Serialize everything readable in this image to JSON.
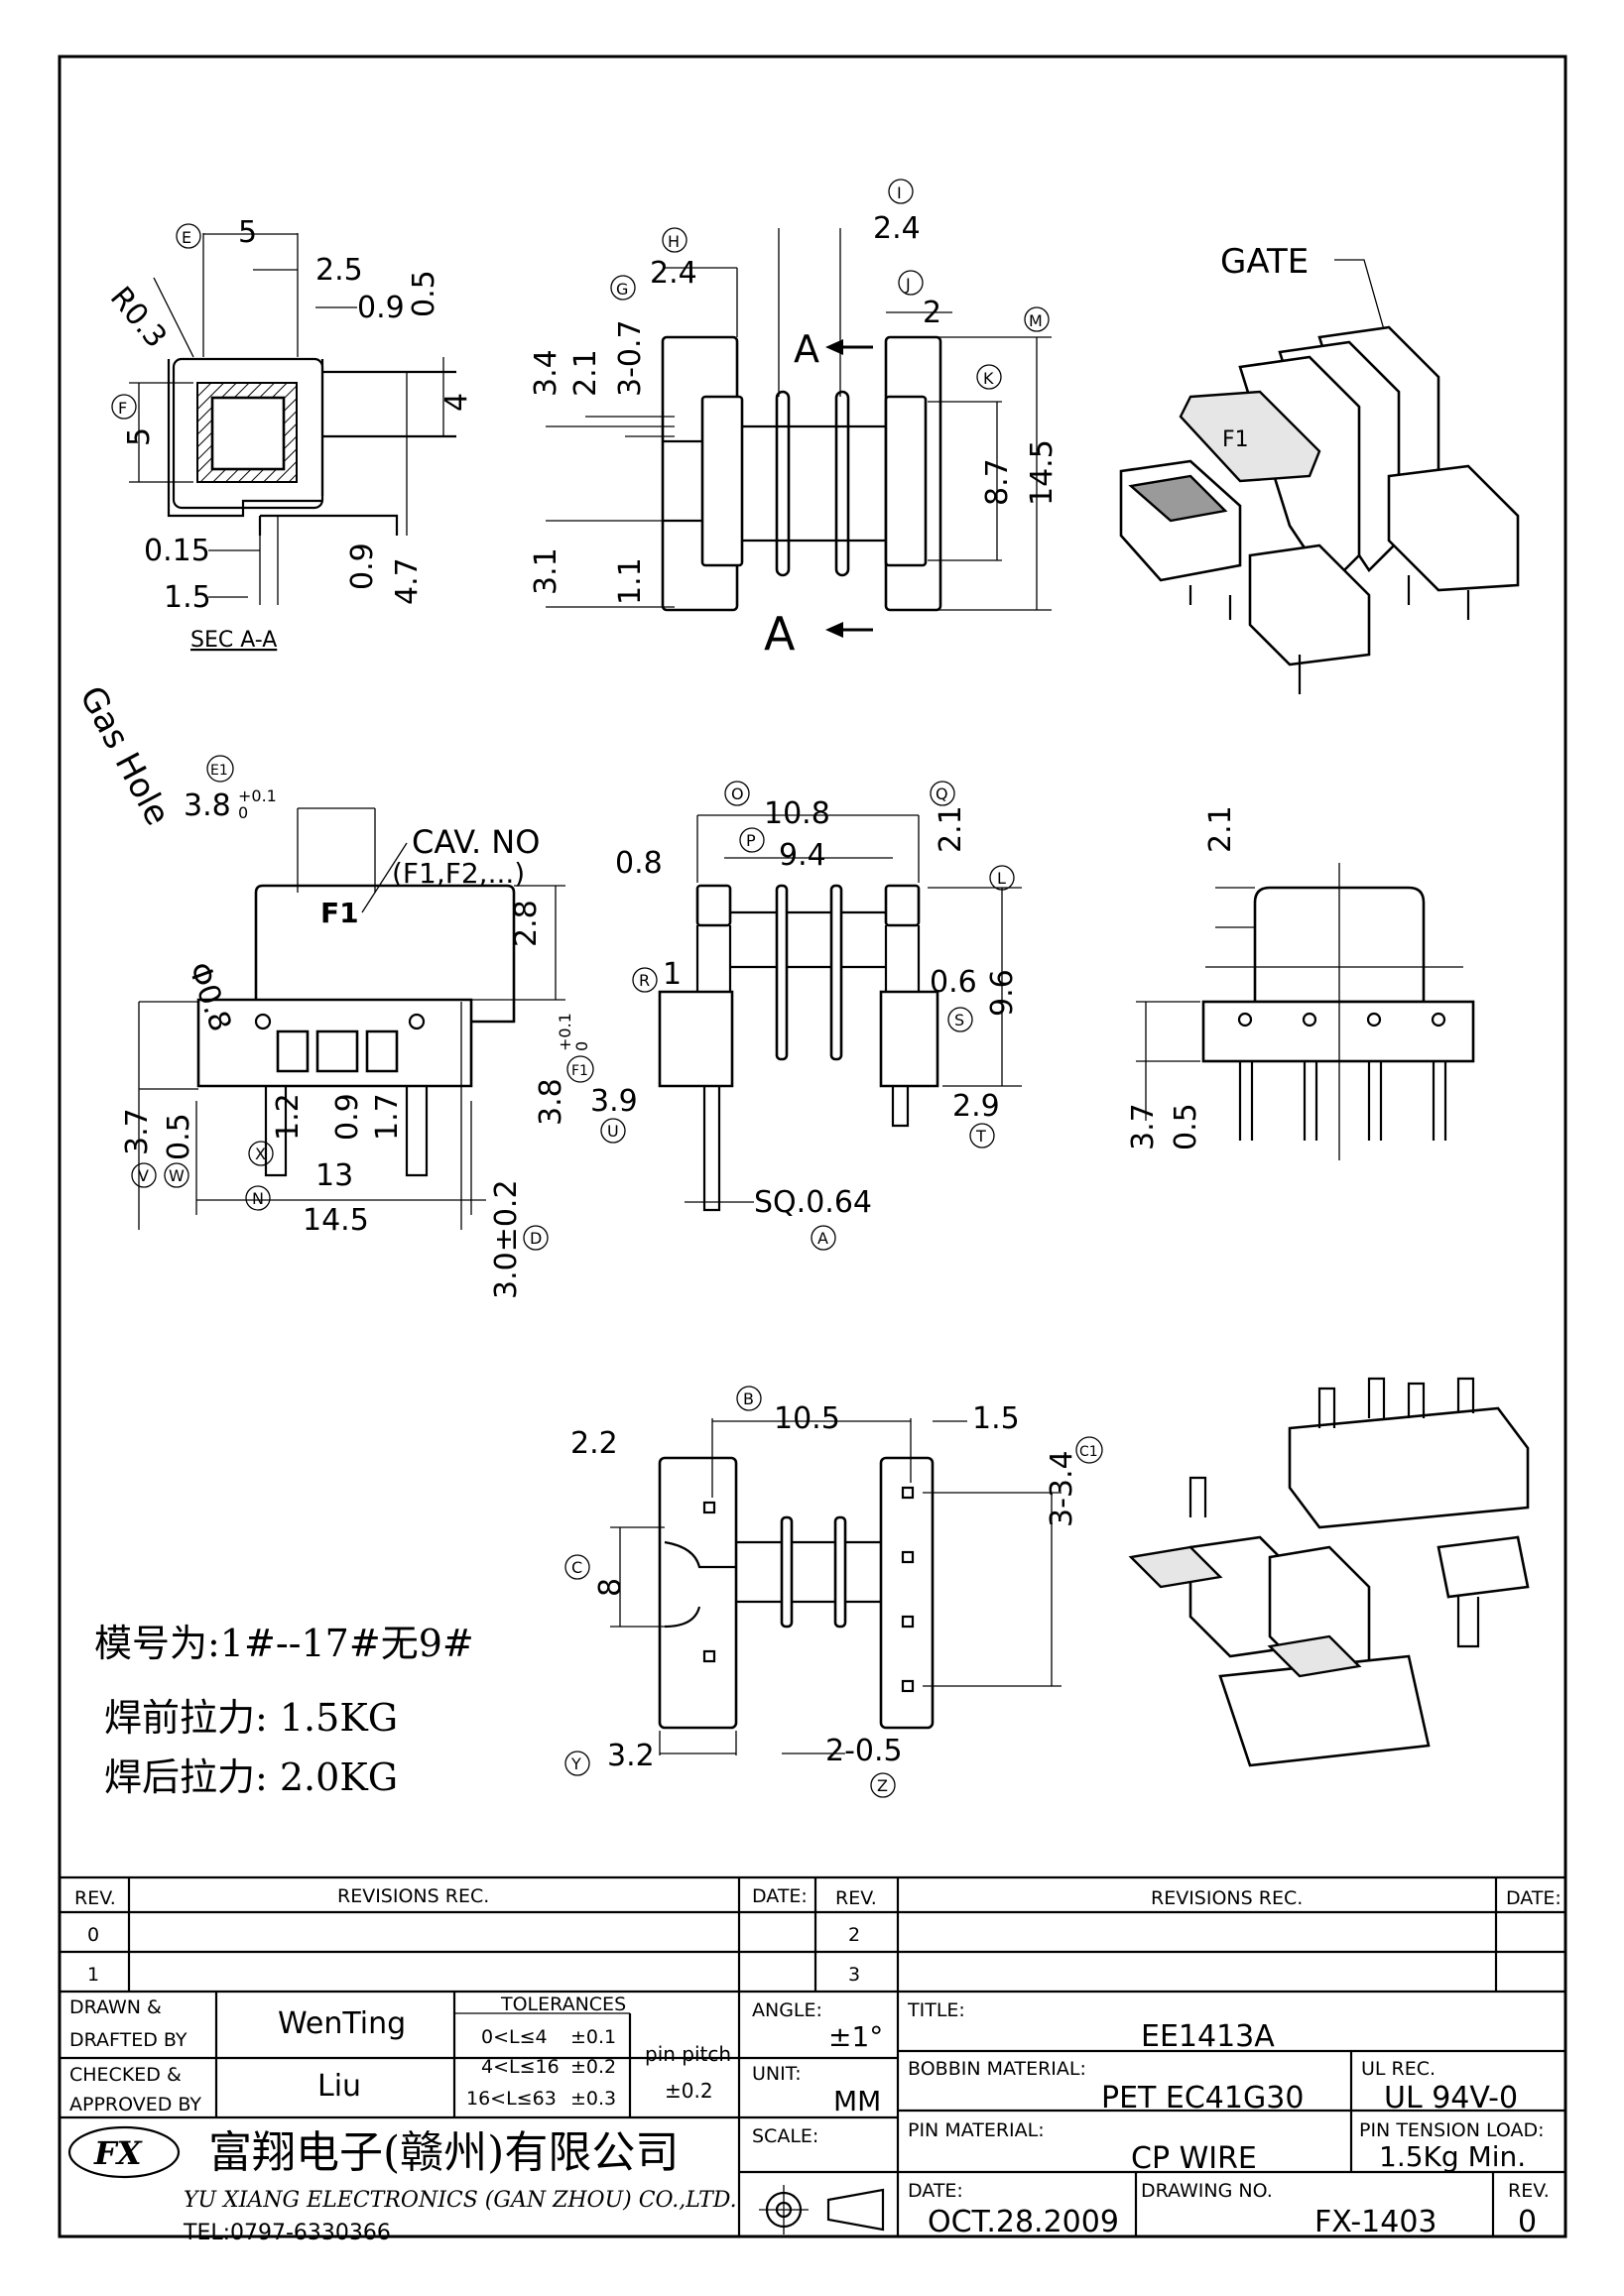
{
  "notes": {
    "mold_note": "模号为:1#--17#无9#",
    "pull_before": "焊前拉力: 1.5KG",
    "pull_after": "焊后拉力: 2.0KG"
  },
  "views": {
    "sec_label": "SEC A-A",
    "gate_label": "GATE",
    "gas_hole_label": "Gas Hole",
    "cav_label": "CAV. NO",
    "cav_sub": "(F1,F2,...)",
    "cav_mark": "F1",
    "section_marker": "A"
  },
  "dims": {
    "sec": [
      "5",
      "2.5",
      "0.5",
      "0.9",
      "R0.3",
      "4",
      "5",
      "0.15",
      "1.5",
      "0.9",
      "4.7"
    ],
    "front": [
      "2.4",
      "2.4",
      "2",
      "3.4",
      "2.1",
      "3-0.7",
      "8.7",
      "14.5",
      "3.1",
      "1.1"
    ],
    "mid_left": [
      "3.8",
      "+0.1",
      "0",
      "2.8",
      "3.8",
      "+0.1",
      "0",
      "Φ0.8",
      "3.7",
      "0.5",
      "1.2",
      "0.9",
      "1.7",
      "13",
      "14.5",
      "3.0±0.2"
    ],
    "mid_center": [
      "10.8",
      "2.1",
      "0.8",
      "9.4",
      "1",
      "0.6",
      "9.6",
      "3.9",
      "2.9",
      "SQ.0.64"
    ],
    "mid_right": [
      "2.1",
      "3.7",
      "0.5"
    ],
    "bottom": [
      "10.5",
      "1.5",
      "2.2",
      "3-3.4",
      "8",
      "3.2",
      "2-0.5"
    ]
  },
  "circle_labels": [
    "E",
    "F",
    "H",
    "G",
    "I",
    "J",
    "M",
    "K",
    "E1",
    "F1",
    "V",
    "W",
    "X",
    "N",
    "D",
    "O",
    "P",
    "Q",
    "L",
    "R",
    "S",
    "U",
    "T",
    "A",
    "B",
    "C1",
    "C",
    "Y",
    "Z"
  ],
  "revisions": {
    "header": {
      "rev": "REV.",
      "revisions": "REVISIONS    REC.",
      "date": "DATE:"
    },
    "rows_left": [
      "0",
      "1"
    ],
    "rows_right": [
      "2",
      "3"
    ]
  },
  "title_block": {
    "drawn_label": "DRAWN &\nDRAFTED BY",
    "drawn_value": "WenTing",
    "checked_label": "CHECKED &\nAPPROVED BY",
    "checked_value": "Liu",
    "tolerances_label": "TOLERANCES",
    "tol_rows": [
      {
        "range": "0<L≤4",
        "tol": "±0.1"
      },
      {
        "range": "4<L≤16",
        "tol": "±0.2"
      },
      {
        "range": "16<L≤63",
        "tol": "±0.3"
      }
    ],
    "pin_pitch_label": "pin pitch",
    "pin_pitch_value": "±0.2",
    "angle_label": "ANGLE:",
    "angle_value": "±1°",
    "unit_label": "UNIT:",
    "unit_value": "MM",
    "scale_label": "SCALE:",
    "title_label": "TITLE:",
    "title_value": "EE1413A",
    "bobbin_label": "BOBBIN MATERIAL:",
    "bobbin_value": "PET  EC41G30",
    "ul_label": "UL REC.",
    "ul_value": "UL  94V-0",
    "pin_material_label": "PIN MATERIAL:",
    "pin_material_value": "CP  WIRE",
    "pin_tension_label": "PIN TENSION LOAD:",
    "pin_tension_value": "1.5Kg  Min.",
    "date_label": "DATE:",
    "date_value": "OCT.28.2009",
    "drawing_no_label": "DRAWING NO.",
    "drawing_no_value": "FX-1403",
    "rev_label": "REV.",
    "rev_value": "0",
    "company_cn": "富翔电子(赣州)有限公司",
    "company_en": "YU XIANG ELECTRONICS (GAN ZHOU) CO.,LTD.",
    "tel": "TEL:0797-6330366",
    "logo_text": "FX"
  }
}
